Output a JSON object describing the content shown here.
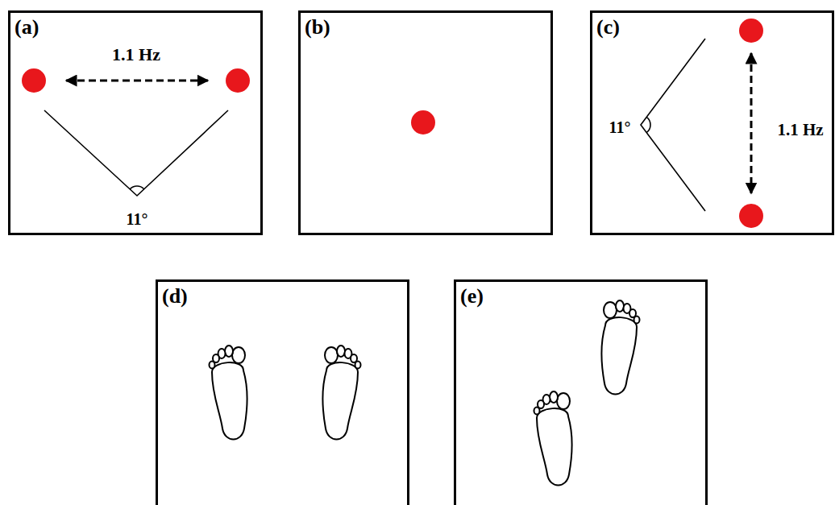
{
  "diagram": {
    "nodes": [
      {
        "text": [
          "(a)",
          "1.1 Hz",
          "11°"
        ]
      },
      {
        "text": [
          "(b)"
        ]
      },
      {
        "text": [
          "(c)",
          "11°",
          "1.1 Hz"
        ]
      },
      {
        "text": [
          "(d)"
        ]
      },
      {
        "text": [
          "(e)"
        ]
      }
    ]
  }
}
